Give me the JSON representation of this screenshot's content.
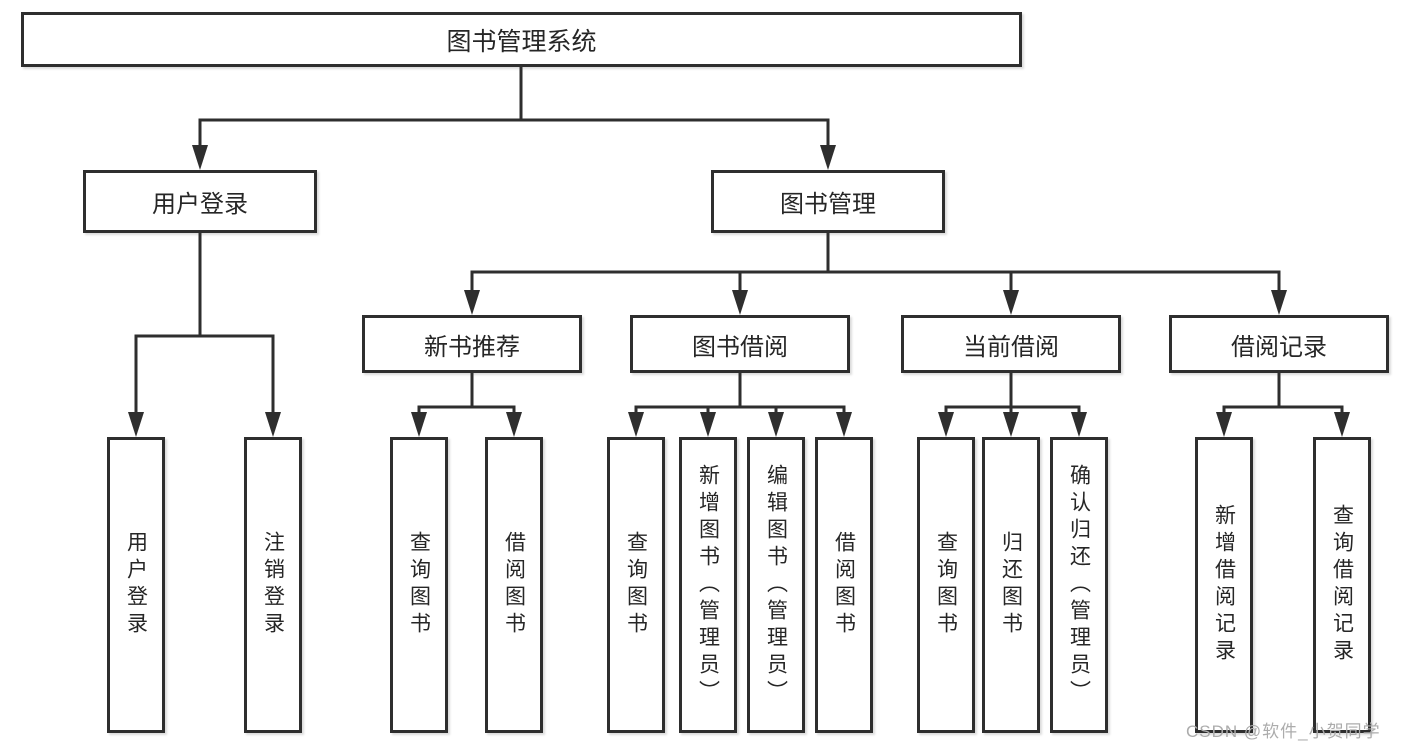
{
  "diagram": {
    "title": "图书管理系统",
    "branches": [
      {
        "label": "用户登录",
        "children": [
          "用户登录",
          "注销登录"
        ]
      },
      {
        "label": "图书管理",
        "sections": [
          {
            "label": "新书推荐",
            "children": [
              "查询图书",
              "借阅图书"
            ]
          },
          {
            "label": "图书借阅",
            "children": [
              "查询图书",
              "新增图书（管理员）",
              "编辑图书（管理员）",
              "借阅图书"
            ]
          },
          {
            "label": "当前借阅",
            "children": [
              "查询图书",
              "归还图书",
              "确认归还（管理员）"
            ]
          },
          {
            "label": "借阅记录",
            "children": [
              "新增借阅记录",
              "查询借阅记录"
            ]
          }
        ]
      }
    ]
  },
  "watermark": "CSDN @软件_小贺同学",
  "colors": {
    "line": "#2e2e2e",
    "text": "#262626",
    "watermark": "#acacac",
    "background": "#ffffff"
  }
}
